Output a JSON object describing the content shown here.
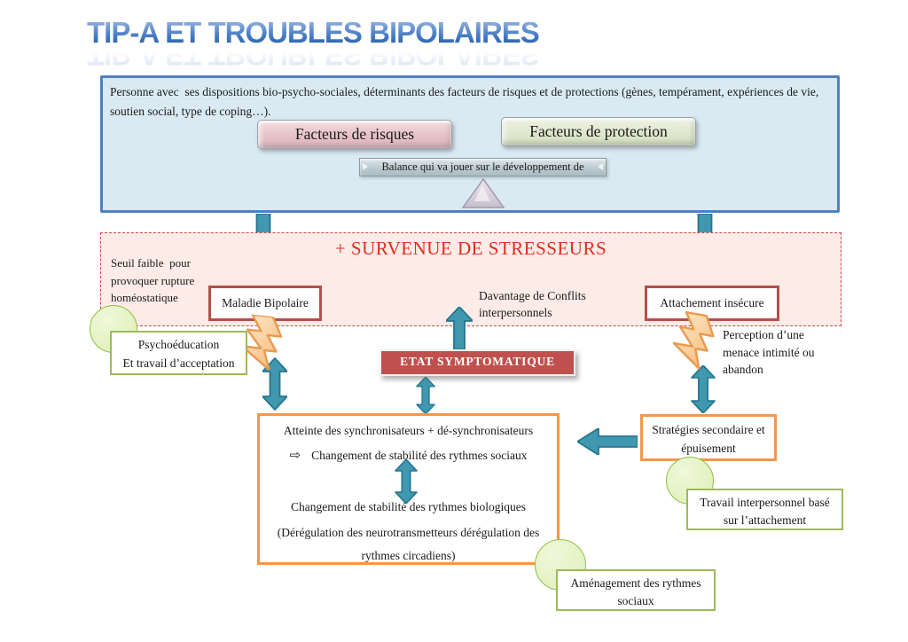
{
  "title": "TIP-A ET TROUBLES BIPOLAIRES",
  "top_panel": {
    "intro_line1": "Personne avec  ses dispositions bio-psycho-sociales, déterminants des facteurs de risques et de protections (gènes, tempérament, expériences de vie,",
    "intro_line2": "soutien social, type de coping…).",
    "risk_label": "Facteurs de risques",
    "protection_label": "Facteurs de protection",
    "balance_label": "Balance qui va jouer sur le développement de"
  },
  "stressor_panel": {
    "title": "+ SURVENUE DE STRESSEURS",
    "threshold_lines": [
      "Seuil faible  pour",
      "provoquer rupture",
      "homéostatique"
    ],
    "bipolar_label": "Maladie Bipolaire",
    "conflict_lines": [
      "Davantage de Conflits",
      "interpersonnels"
    ],
    "attachment_label": "Attachement insécure"
  },
  "symptomatic_label": "ETAT SYMPTOMATIQUE",
  "perception_lines": [
    "Perception d’une",
    "menace intimité ou",
    "abandon"
  ],
  "rhythm_box": {
    "line1": "Atteinte des synchronisateurs + dé-synchronisateurs",
    "arrow_icon": "⇨",
    "line2": "Changement de stabilité des rythmes sociaux",
    "line3": "Changement de stabilité des rythmes biologiques",
    "line4": "(Dérégulation des neurotransmetteurs dérégulation des",
    "line5": "rythmes circadiens)"
  },
  "strategies_lines": [
    "Stratégies secondaire et",
    "épuisement"
  ],
  "interventions": {
    "psychoeducation_lines": [
      "Psychoéducation",
      "Et travail d’acceptation"
    ],
    "interpersonal_lines": [
      "Travail interpersonnel basé",
      "sur l’attachement"
    ],
    "rhythm_lines": [
      "Aménagement des rythmes",
      "sociaux"
    ]
  },
  "colors": {
    "arrow_teal": "#3f98b0",
    "panel_blue_border": "#4f81bd",
    "panel_blue_fill": "#daeaf3",
    "stressor_fill": "#fcebe6",
    "stressor_border": "#c94b4b",
    "stressor_title_red": "#e02b20",
    "box_dark_red": "#b25049",
    "symptomatic_fill": "#c0504d",
    "orange_border": "#f79646",
    "green_border": "#9bbb59",
    "circle_green_fill": "#e4f2c4",
    "risk_chip_fill": "#e6c3c9",
    "protection_chip_fill": "#e3e9d2",
    "balance_bar_fill": "#bccad1",
    "bolt_orange": "#eda053",
    "title_blue": "#3a6fb7"
  }
}
